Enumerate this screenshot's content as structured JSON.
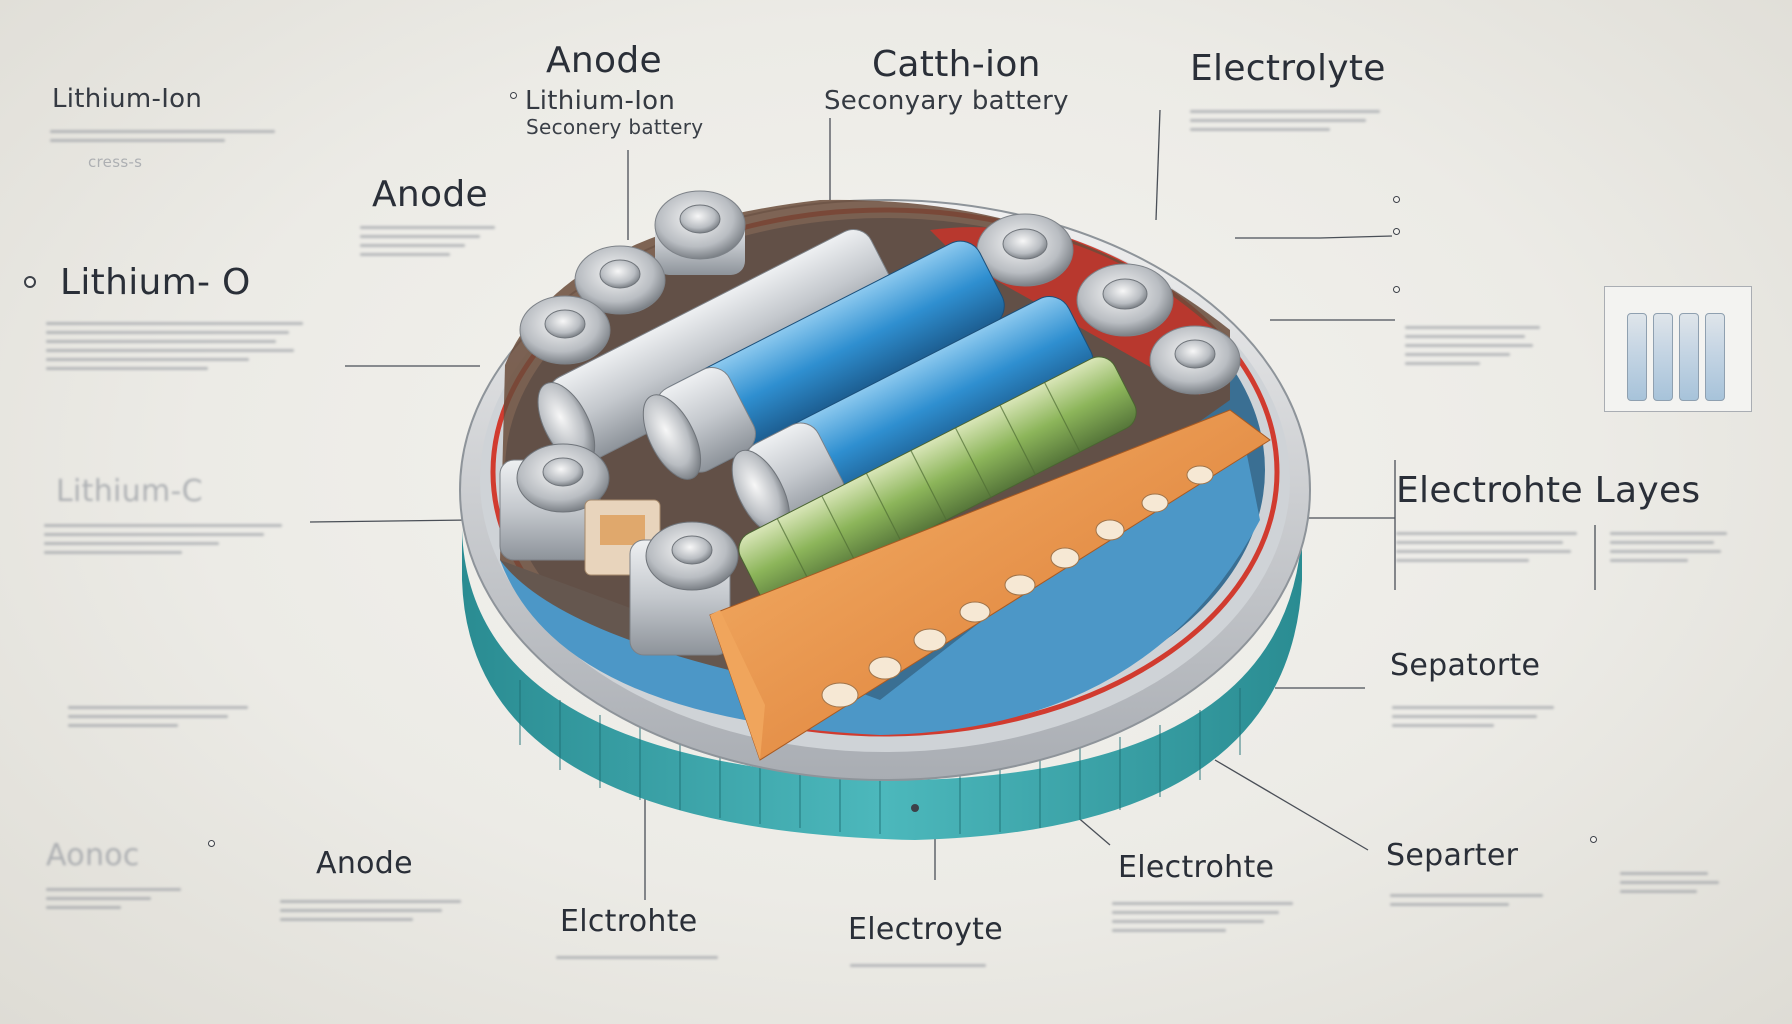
{
  "labels": {
    "top_left_title": "Lithium-Ion",
    "top_left_sub": "cress-s",
    "top_anode": "Anode",
    "top_anode_sub1": "Lithium-Ion",
    "top_anode_sub2": "Seconery battery",
    "top_cathode": "Catth-ion",
    "top_cathode_sub": "Seconyary battery",
    "top_electrolyte": "Electrolyte",
    "mid_anode": "Anode",
    "left_lithium": "Lithium- O",
    "left_faded": "Lithium-C",
    "right_layers": "Electrohte  Layes",
    "right_separator": "Sepatorte",
    "bottom_left_faded": "Aonoc",
    "bottom_anode": "Anode",
    "bottom_electrolyte1": "Elctrohte",
    "bottom_electrolyte2": "Electroyte",
    "bottom_electrolyte3": "Electrohte",
    "bottom_separator": "Separter"
  },
  "colors": {
    "background": "#ecebe6",
    "casing_teal": "#3ea7ac",
    "casing_red": "#d13b2f",
    "cell_blue": "#2f8fd0",
    "cell_silver": "#c9ccd1",
    "cell_green": "#8cb55a",
    "tray_orange": "#e88a3a",
    "base_blue": "#4c97c7"
  },
  "icons": {
    "battery_illustration": "lithium-ion-battery-cutaway",
    "mini_panel": "cell-stack-thumbnail"
  }
}
